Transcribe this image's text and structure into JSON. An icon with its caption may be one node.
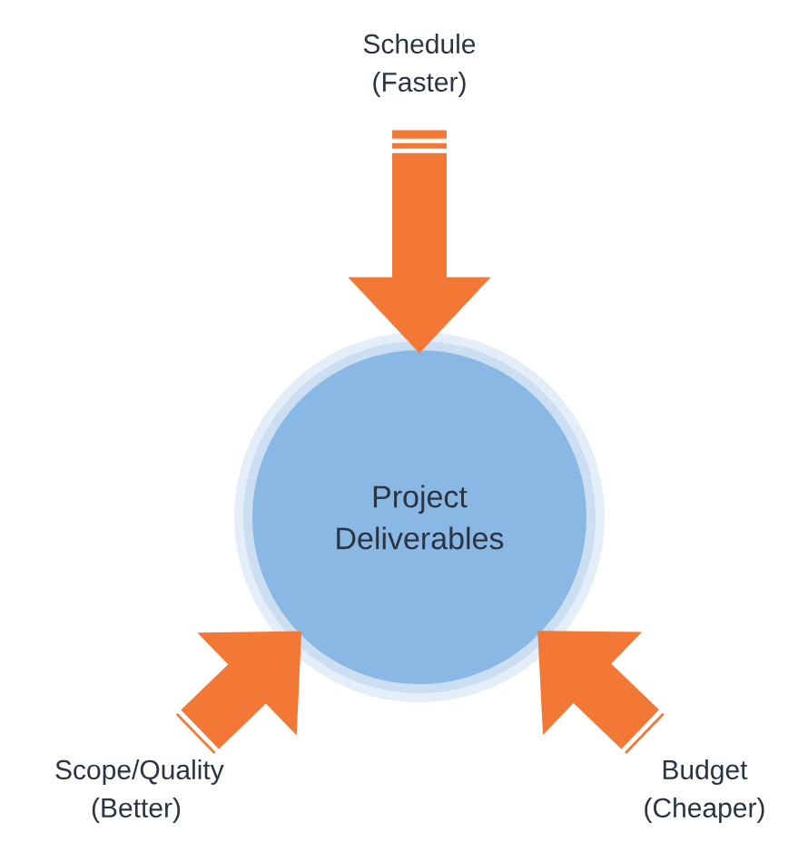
{
  "diagram": {
    "nodes": [
      {
        "text": [
          "Schedule (Faster)"
        ]
      },
      {
        "text": [
          "Project Deliverables"
        ]
      },
      {
        "text": [
          "Scope/Quality (Better)"
        ]
      },
      {
        "text": [
          "Budget (Cheaper)"
        ]
      }
    ],
    "edges": [
      {
        "from": 0,
        "to": 1,
        "arrow": "to"
      },
      {
        "from": 2,
        "to": 1,
        "arrow": "to"
      },
      {
        "from": 3,
        "to": 1,
        "arrow": "to"
      }
    ]
  }
}
